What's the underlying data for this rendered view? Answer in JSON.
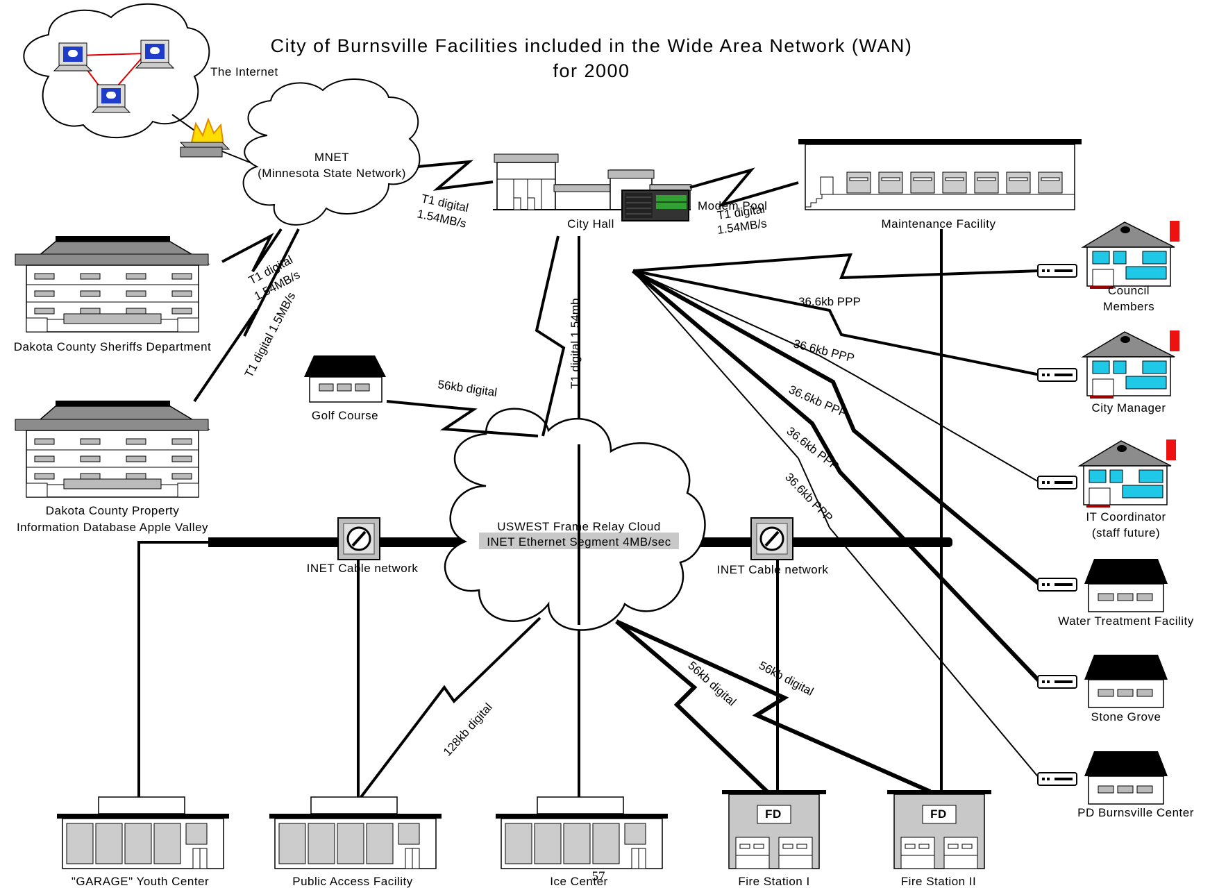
{
  "title": {
    "line1": "City of Burnsville Facilities included in the Wide Area Network (WAN)",
    "line2": "for 2000"
  },
  "page_number": "57",
  "nodes": {
    "internet": "The Internet",
    "mnet_line1": "MNET",
    "mnet_line2": "(Minnesota State Network)",
    "city_hall": "City Hall",
    "modem_pool": "Modem Pool",
    "maintenance": "Maintenance Facility",
    "sheriff": "Dakota County Sheriffs Department",
    "property_line1": "Dakota County Property",
    "property_line2": "Information Database Apple Valley",
    "golf": "Golf Course",
    "frame_relay": "USWEST Frame Relay Cloud",
    "inet_segment": "INET Ethernet Segment 4MB/sec",
    "inet_cable_left": "INET Cable network",
    "inet_cable_right": "INET Cable network",
    "council_line1": "Council",
    "council_line2": "Members",
    "city_manager": "City Manager",
    "it_line1": "IT Coordinator",
    "it_line2": "(staff future)",
    "water": "Water Treatment Facility",
    "stone_grove": "Stone Grove",
    "pd": "PD Burnsville Center",
    "garage": "\"GARAGE\" Youth Center",
    "public_access": "Public Access Facility",
    "ice_center": "Ice Center",
    "fire1": "Fire Station I",
    "fire2": "Fire Station II",
    "fd_sign": "FD"
  },
  "links": {
    "mnet_cityhall_1": "T1 digital",
    "mnet_cityhall_2": "1.54MB/s",
    "cityhall_maint_1": "T1 digital",
    "cityhall_maint_2": "1.54MB/s",
    "mnet_sheriff_1": "T1 digital",
    "mnet_sheriff_2": "1.54MB/s",
    "mnet_property": "T1 digital 1.5MB/s",
    "cityhall_cloud": "T1 digital 1.54mb",
    "golf_cloud": "56kb digital",
    "ppp1": "36.6kb PPP",
    "ppp2": "36.6kb PPP",
    "ppp3": "36.6kb PPP",
    "ppp4": "36.6kb PPP",
    "ppp5": "36.6kb PPP",
    "public_access": "128kb digital",
    "fire1": "56kb digital",
    "fire2": "56kb digital"
  },
  "colors": {
    "line": "#000000",
    "monitor_screen": "#1ec8e6",
    "modem_green": "#33a033",
    "firewall_flame": "#ffdd00",
    "chimney_red": "#ee1111",
    "roof_gray": "#8c8c8c",
    "fire_building_gray": "#c8c8c8"
  }
}
